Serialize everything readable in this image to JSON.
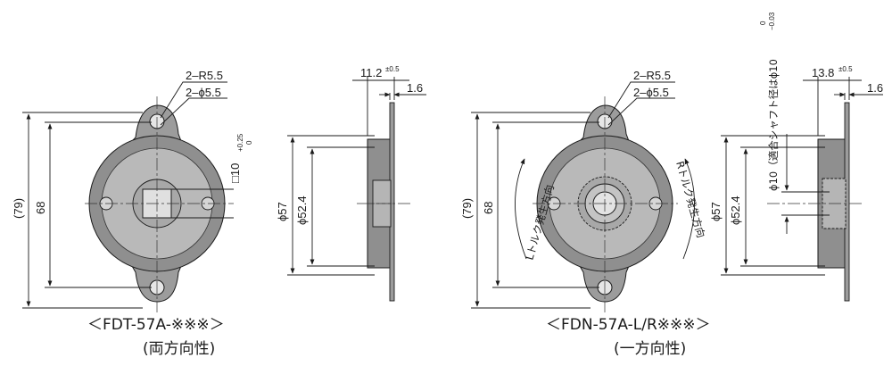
{
  "colors": {
    "background": "#ffffff",
    "line": "#1a1a1a",
    "body_fill": "#8a8a8a",
    "face_fill": "#bdbdbd",
    "bore_fill": "#d9d9d9",
    "flange_fill": "#9c9c9c"
  },
  "left_drawing": {
    "front_view": {
      "callout_r": "2–R5.5",
      "callout_hole": "2–ϕ5.5",
      "dim_79": "(79)",
      "dim_68": "68",
      "square_label": "□10",
      "square_tol_upper": "+0.25",
      "square_tol_lower": "0"
    },
    "side_view": {
      "dim_top": "11.2",
      "dim_top_tol": "±0.5",
      "dim_thk": "1.6",
      "dim_57": "ϕ57",
      "dim_524": "ϕ52.4"
    },
    "caption_model": "＜FDT-57A-※※※＞",
    "caption_type": "(両方向性)"
  },
  "right_drawing": {
    "front_view": {
      "callout_r": "2–R5.5",
      "callout_hole": "2–ϕ5.5",
      "dim_79": "(79)",
      "dim_68": "68",
      "arrow_left_text": "Lトルク発生方向",
      "arrow_right_text": "Rトルク発生方向"
    },
    "side_view": {
      "dim_top": "13.8",
      "dim_top_tol": "±0.5",
      "dim_thk": "1.6",
      "dim_57": "ϕ57",
      "dim_524": "ϕ52.4",
      "shaft_note": "ϕ10（適合シャフト径はϕ10",
      "shaft_tol_upper": "0",
      "shaft_tol_lower": "−0.03"
    },
    "caption_model": "＜FDN-57A-L/R※※※＞",
    "caption_type": "(一方向性)"
  }
}
